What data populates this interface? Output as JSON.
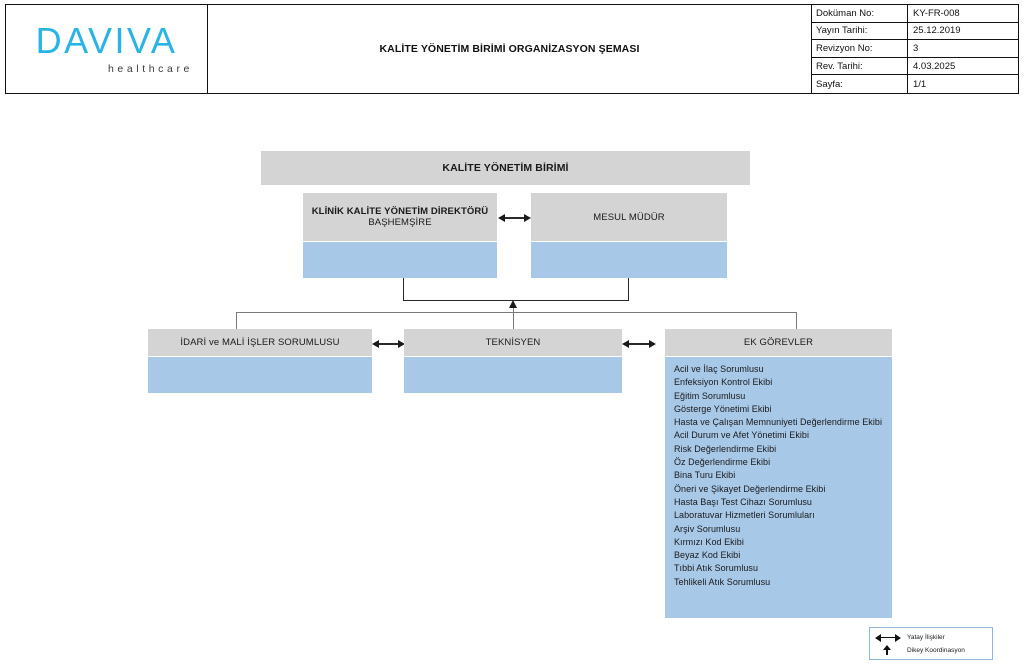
{
  "document": {
    "logo": {
      "brand": "DAVIVA",
      "tagline": "healthcare",
      "color": "#28b4e4"
    },
    "title": "KALİTE YÖNETİM BİRİMİ ORGANİZASYON ŞEMASI",
    "meta": [
      {
        "key": "Doküman No:",
        "value": "KY-FR-008"
      },
      {
        "key": "Yayın Tarihi:",
        "value": "25.12.2019"
      },
      {
        "key": "Revizyon No:",
        "value": "3"
      },
      {
        "key": "Rev. Tarihi:",
        "value": "4.03.2025"
      },
      {
        "key": "Sayfa:",
        "value": "1/1"
      }
    ]
  },
  "chart_data": {
    "type": "diagram",
    "title": "KALİTE YÖNETİM BİRİMİ ORGANİZASYON ŞEMASI",
    "colors": {
      "header_box": "#d4d4d4",
      "body_box": "#a8c8e8",
      "connector": "#2a2a2a"
    },
    "nodes": {
      "root": {
        "label": "KALİTE YÖNETİM BİRİMİ"
      },
      "director": {
        "label_primary": "KLİNİK KALİTE YÖNETİM DİREKTÖRÜ",
        "label_secondary": "BAŞHEMŞİRE"
      },
      "mesul": {
        "label": "MESUL MÜDÜR"
      },
      "idari": {
        "label": "İDARİ ve MALİ İŞLER SORUMLUSU"
      },
      "teknisyen": {
        "label": "TEKNİSYEN"
      },
      "ek": {
        "label": "EK GÖREVLER",
        "items": [
          "Acil ve İlaç Sorumlusu",
          "Enfeksiyon Kontrol Ekibi",
          "Eğitim Sorumlusu",
          "Gösterge Yönetimi Ekibi",
          "Hasta ve Çalışan Memnuniyeti Değerlendirme Ekibi",
          "Acil Durum ve Afet Yönetimi Ekibi",
          "Risk Değerlendirme Ekibi",
          "Öz Değerlendirme Ekibi",
          "Bina Turu Ekibi",
          "Öneri ve Şikayet Değerlendirme Ekibi",
          "Hasta Başı Test Cihazı Sorumlusu",
          "Laboratuvar Hizmetleri Sorumluları",
          "Arşiv Sorumlusu",
          "Kırmızı Kod Ekibi",
          "Beyaz Kod Ekibi",
          "Tıbbi Atık Sorumlusu",
          "Tehlikeli Atık Sorumlusu"
        ]
      }
    },
    "relations": [
      {
        "type": "horizontal",
        "from": "director",
        "to": "mesul"
      },
      {
        "type": "horizontal",
        "from": "idari",
        "to": "teknisyen"
      },
      {
        "type": "horizontal",
        "from": "teknisyen",
        "to": "ek"
      },
      {
        "type": "vertical",
        "from": "teknisyen",
        "to": "director_mesul_bus"
      }
    ]
  },
  "legend": {
    "horizontal_label": "Yatay İlişkiler",
    "vertical_label": "Dikey Koordinasyon"
  }
}
